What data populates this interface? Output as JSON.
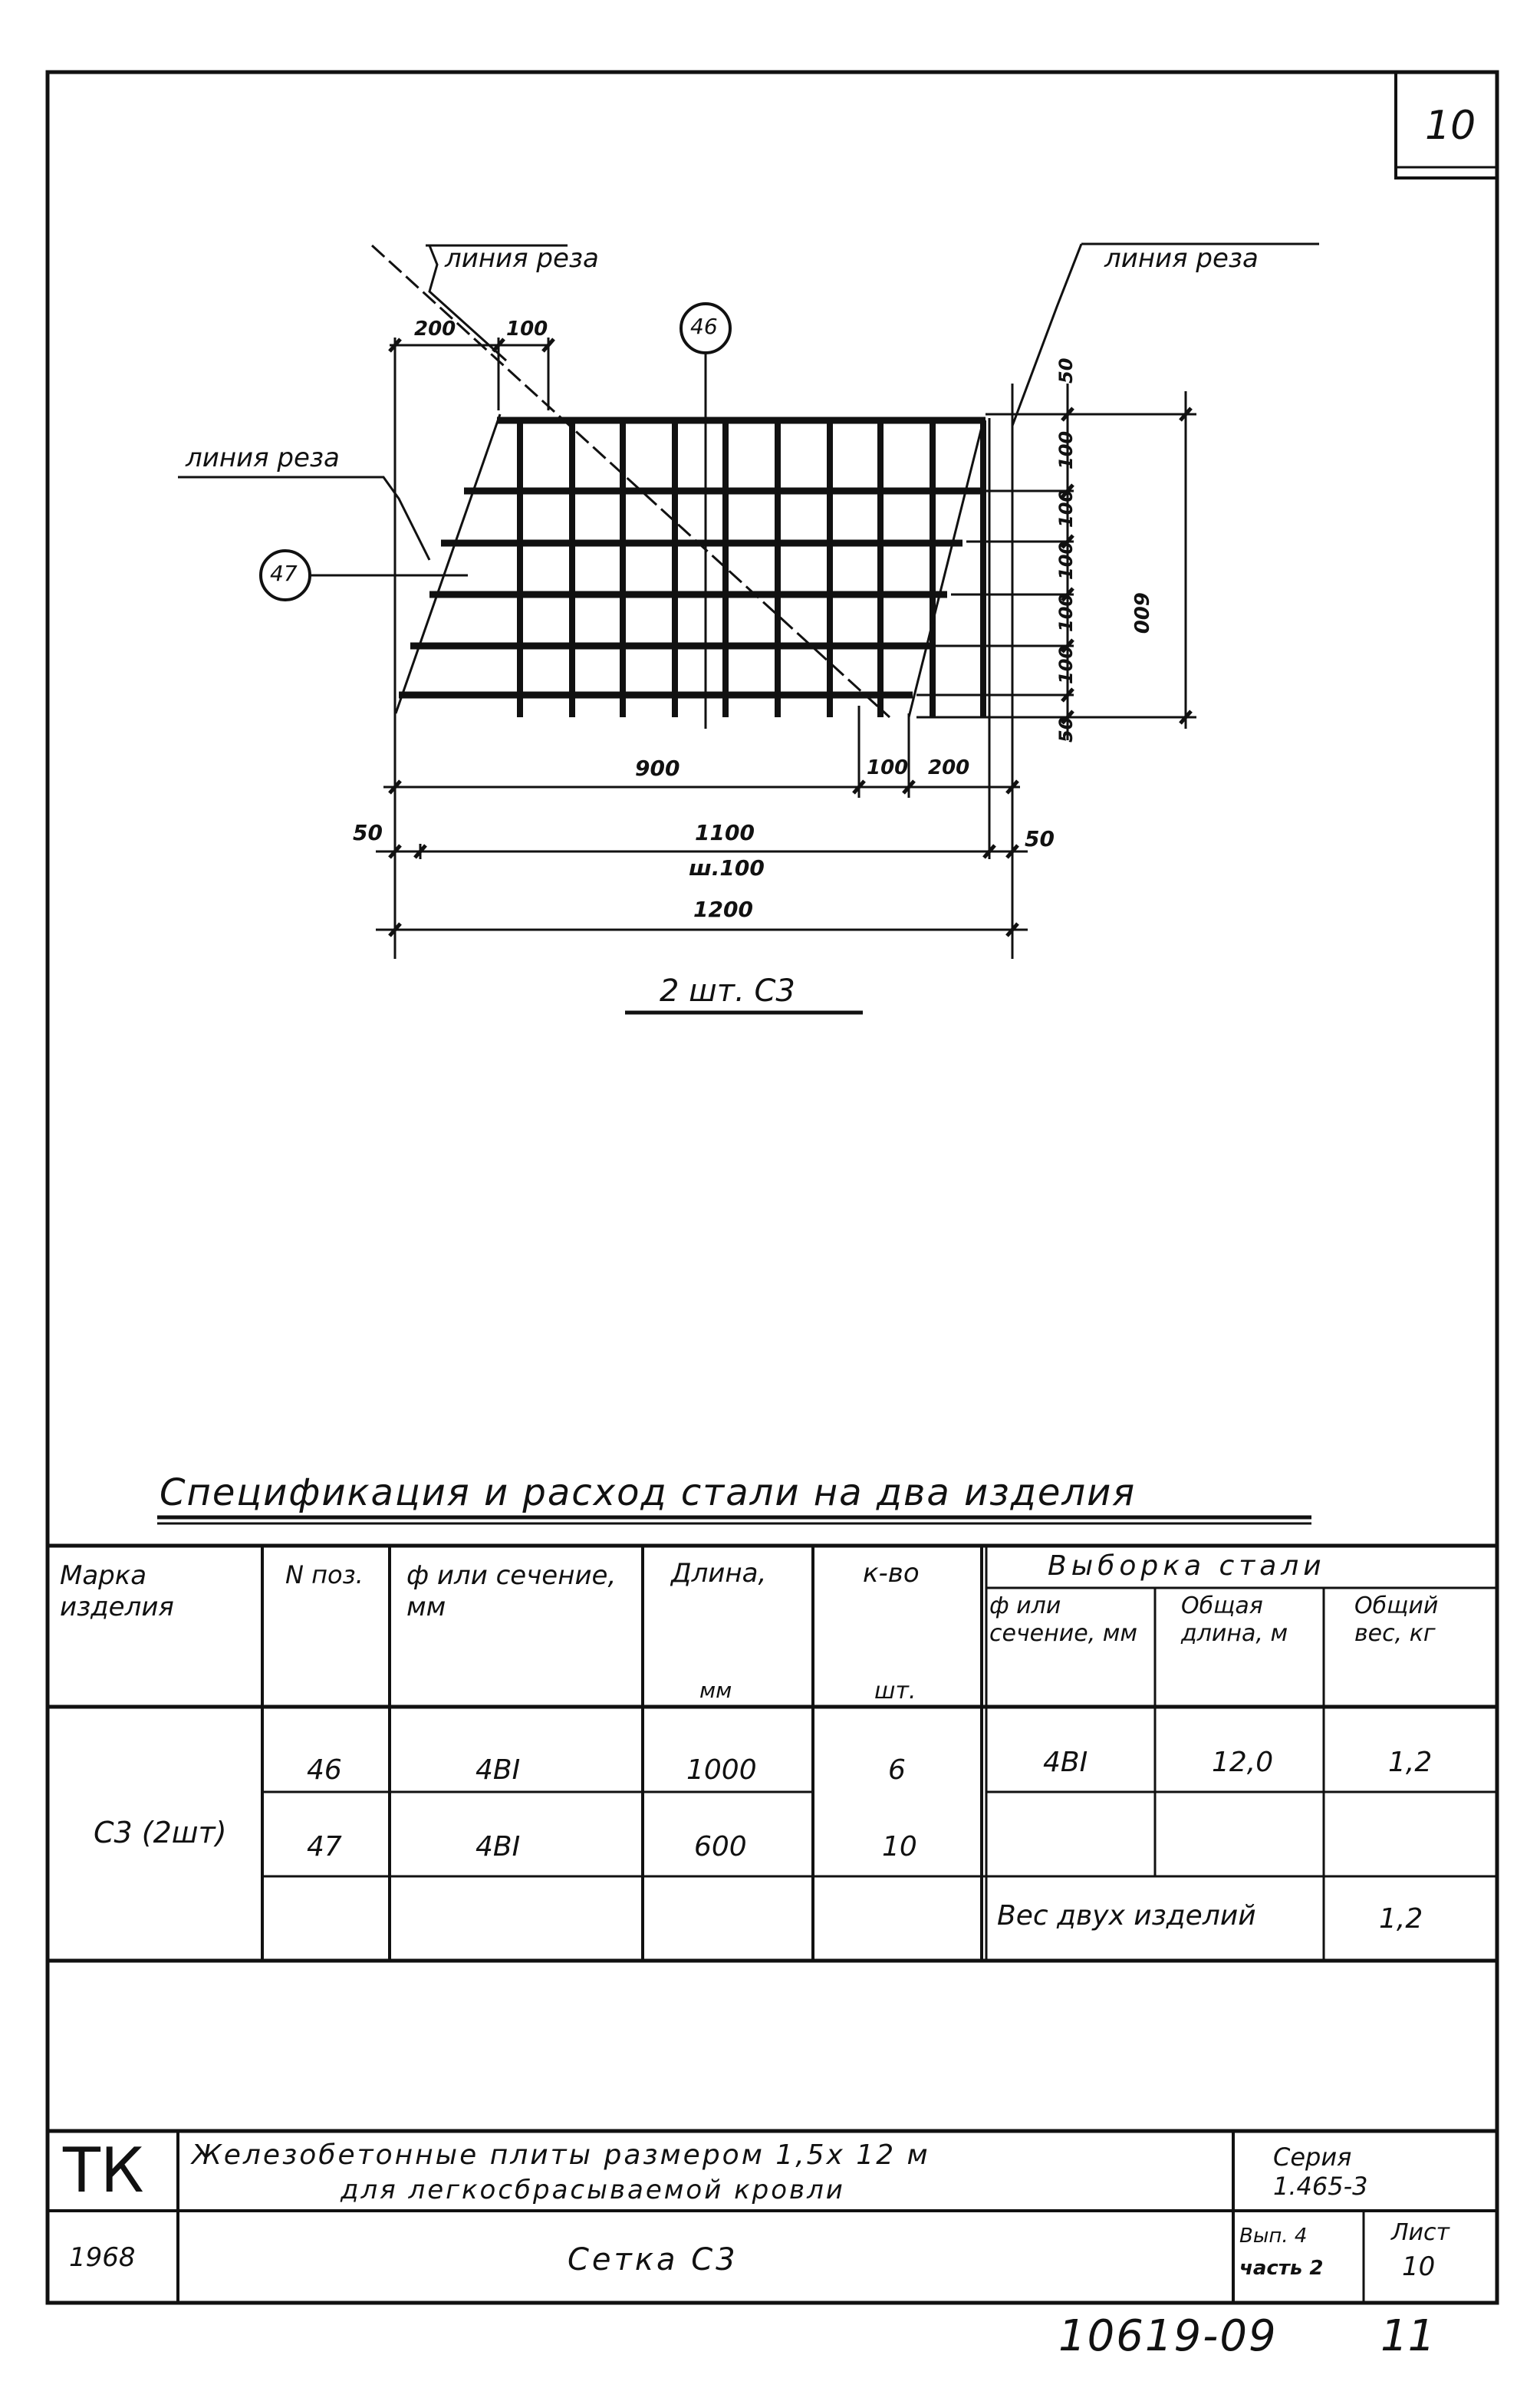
{
  "sheet_number": "10",
  "drawing": {
    "cut_line_label_top_left": "линия реза",
    "cut_line_label_top_right": "линия реза",
    "cut_line_label_left": "линия реза",
    "callout_46": "46",
    "callout_47": "47",
    "dim_top_200": "200",
    "dim_top_100": "100",
    "dim_right_50_top": "50",
    "dim_right_100_1": "100",
    "dim_right_100_2": "100",
    "dim_right_100_3": "100",
    "dim_right_100_4": "100",
    "dim_right_100_5": "100",
    "dim_right_50_bottom": "50",
    "dim_right_600": "600",
    "dim_900": "900",
    "dim_bottom_100": "100",
    "dim_bottom_200": "200",
    "dim_50_left": "50",
    "dim_1100": "1100",
    "dim_sh100": "ш.100",
    "dim_50_right": "50",
    "dim_1200": "1200",
    "caption": "2 шт. С3"
  },
  "spec": {
    "title": "Спецификация и расход стали на два изделия",
    "headers": {
      "mark": "Марка изделия",
      "pos": "N поз.",
      "phi": "ф или сечение, мм",
      "length_top": "Длина,",
      "length_unit": "мм",
      "qty_top": "к-во",
      "qty_unit": "шт.",
      "selection": "Выборка стали",
      "sel_phi": "ф или сечение, мм",
      "sel_total_len": "Общая длина, м",
      "sel_total_weight": "Общий вес, кг"
    },
    "mark_value": "С3 (2шт)",
    "rows": [
      {
        "pos": "46",
        "phi": "4ВI",
        "length": "1000",
        "qty": "6"
      },
      {
        "pos": "47",
        "phi": "4ВI",
        "length": "600",
        "qty": "10"
      }
    ],
    "selection_row": {
      "phi": "4ВI",
      "total_len": "12,0",
      "total_weight": "1,2"
    },
    "weight_label": "Вес двух изделий",
    "weight_value": "1,2"
  },
  "title_block": {
    "tk": "ТК",
    "title_line1": "Железобетонные плиты размером 1,5х 12 м",
    "title_line2": "для легкосбрасываемой кровли",
    "series_label": "Серия",
    "series_value": "1.465-3",
    "year": "1968",
    "sheet_name": "Сетка С3",
    "issue": "Вып. 4",
    "part": "часть 2",
    "list_label": "Лист",
    "list_value": "10"
  },
  "footer": {
    "code": "10619-09",
    "page": "11"
  }
}
